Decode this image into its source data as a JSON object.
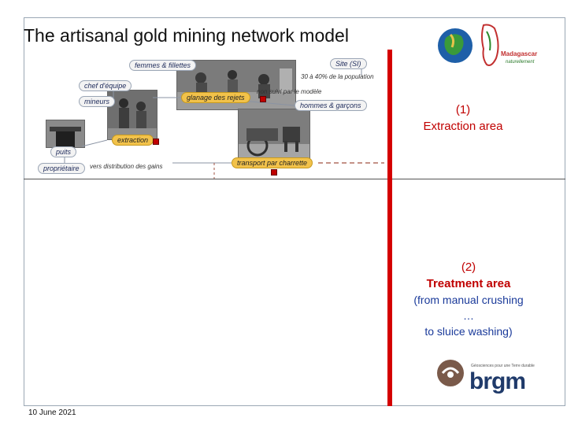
{
  "slide": {
    "title": "The artisanal gold mining network model",
    "date": "10 June 2021"
  },
  "diagram": {
    "nodes": {
      "femmes": "femmes & fillettes",
      "site": "Site (SI)",
      "chef": "chef d'équipe",
      "mineurs": "mineurs",
      "glanage": "glanage des rejets",
      "hommes": "hommes & garçons",
      "extraction": "extraction",
      "puits": "puits",
      "proprietaire": "propriétaire",
      "transport": "transport par charrette"
    },
    "notes": {
      "population": "30 à 40% de la population",
      "non_suivi": "non suivi par le modèle",
      "distribution": "vers distribution des gains"
    }
  },
  "areas": {
    "extraction": {
      "number": "(1)",
      "label": "Extraction area"
    },
    "treatment": {
      "number": "(2)",
      "label": "Treatment area",
      "line1": "(from manual crushing",
      "line2": "…",
      "line3": "to sluice washing)"
    }
  },
  "logos": {
    "madagascar_text": "Madagascar",
    "madagascar_sub": "naturellement",
    "brgm_tagline": "Géosciences pour une Terre durable",
    "brgm_name": "brgm"
  },
  "colors": {
    "accent_red": "#d40000",
    "area_label_red": "#c00000",
    "sub_text_blue": "#1a3a9a",
    "node_gold": "#f2c24a",
    "brgm_brown": "#7a5a4a",
    "brgm_navy": "#1f3a6a"
  }
}
